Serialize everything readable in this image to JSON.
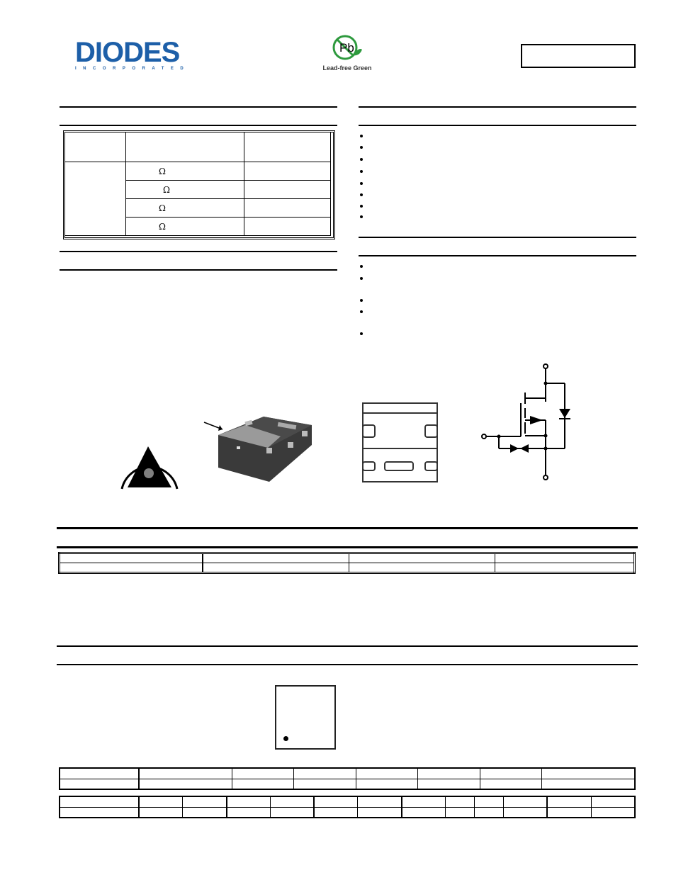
{
  "header": {
    "logo": {
      "name": "DIODES",
      "sub": "INCORPORATED"
    },
    "green_badge": {
      "symbol": "Pb",
      "label": "Lead-free Green"
    },
    "part_number_box": ""
  },
  "summary_table": {
    "rows": [
      {
        "col1": "",
        "col2": "",
        "col3": ""
      },
      {
        "col2": "Ω",
        "col3": ""
      },
      {
        "col2": "Ω",
        "col3": ""
      },
      {
        "col2": "Ω",
        "col3": ""
      },
      {
        "col2": "Ω",
        "col3": ""
      }
    ]
  },
  "features": {
    "bullet_count": 8
  },
  "mechanical_data": {
    "bullet_count": 5
  },
  "ordering_table": {
    "columns": 4,
    "rows": 2
  },
  "marking_table_1": {
    "columns": 8,
    "rows": 2
  },
  "marking_table_2": {
    "columns": 13,
    "rows": 2
  },
  "colors": {
    "brand_blue": "#1d5fa8",
    "green": "#2e9a3e"
  }
}
